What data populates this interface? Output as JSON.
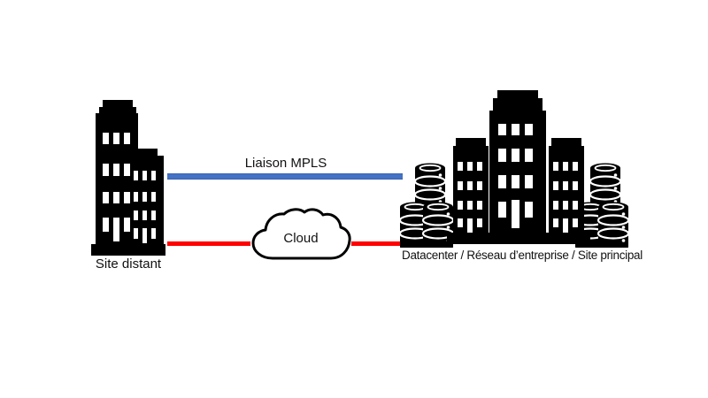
{
  "diagram": {
    "background": "#FFFFFF",
    "icon_color": "#000000",
    "text_color": "#111111",
    "nodes": {
      "remote_site": {
        "label": "Site distant",
        "icon": "building-icon"
      },
      "main_site": {
        "label": "Datacenter / Réseau d’entreprise / Site principal",
        "icon": "datacenter-building-icon",
        "storage_icon": "database-stack-icon",
        "storage_clusters": 2
      },
      "cloud": {
        "label": "Cloud",
        "icon": "cloud-icon"
      }
    },
    "links": {
      "mpls": {
        "label": "Liaison MPLS",
        "color": "#4472C4",
        "connects": [
          "remote_site",
          "main_site"
        ]
      },
      "internet_vpn": {
        "color": "#FF0000",
        "connects": [
          "remote_site",
          "cloud",
          "main_site"
        ]
      }
    }
  }
}
